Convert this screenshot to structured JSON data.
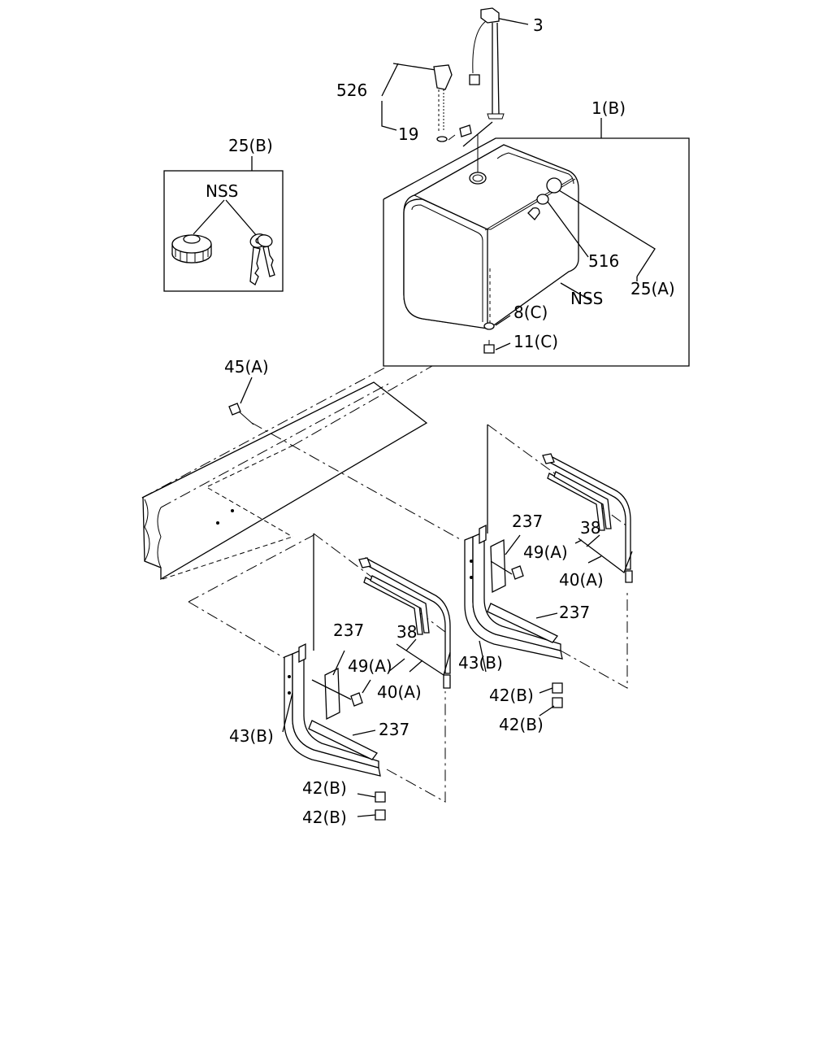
{
  "labels": {
    "p3": "3",
    "p526": "526",
    "p19": "19",
    "p1b": "1(B)",
    "p25b": "25(B)",
    "nss_inset": "NSS",
    "p516": "516",
    "nss_tank": "NSS",
    "p25a": "25(A)",
    "p8c": "8(C)",
    "p11c": "11(C)",
    "p45a": "45(A)",
    "r237_top": "237",
    "r38": "38",
    "r49a": "49(A)",
    "r40a": "40(A)",
    "r237_bottom": "237",
    "r43b": "43(B)",
    "r42b_1": "42(B)",
    "r42b_2": "42(B)",
    "l237_top": "237",
    "l38": "38",
    "l49a": "49(A)",
    "l40a": "40(A)",
    "l43b": "43(B)",
    "l237_bottom": "237",
    "l42b_1": "42(B)",
    "l42b_2": "42(B)"
  }
}
